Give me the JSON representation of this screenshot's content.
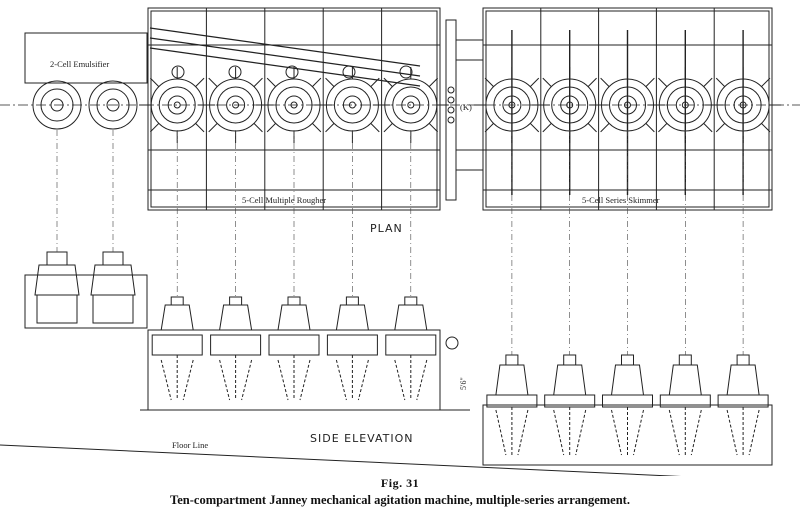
{
  "labels": {
    "emulsifier": "2-Cell Emulsifier",
    "rougher": "5-Cell Multiple Rougher",
    "skimmer": "5-Cell Series Skimmer",
    "plan": "PLAN",
    "side_elevation": "SIDE ELEVATION",
    "floor_line": "Floor Line",
    "marker_k": "(K)",
    "dimension": "5'6\""
  },
  "caption": {
    "figure_number": "Fig. 31",
    "title": "Ten-compartment Janney mechanical agitation machine, multiple-series arrangement."
  }
}
